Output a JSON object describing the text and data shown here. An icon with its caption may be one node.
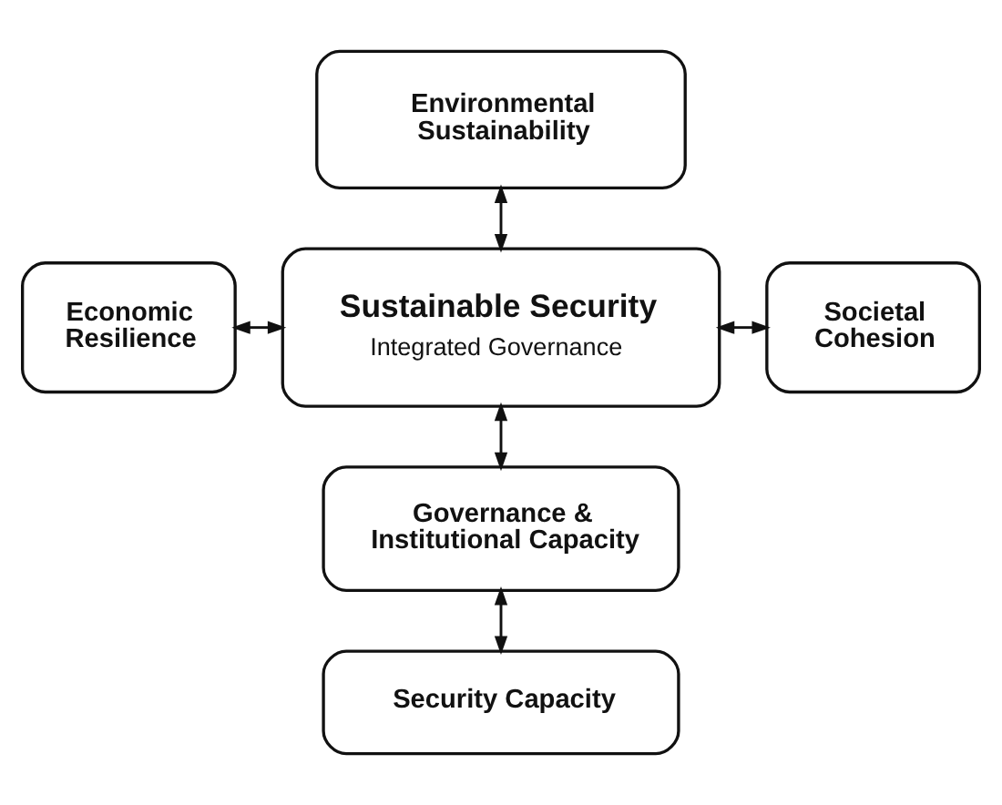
{
  "diagram": {
    "nodes": [
      {
        "text": [
          "Environmental Sustainability"
        ]
      },
      {
        "text": [
          "Economic Resilience"
        ]
      },
      {
        "text": [
          "Sustainable Security",
          "Integrated Governance"
        ]
      },
      {
        "text": [
          "Societal Cohesion"
        ]
      },
      {
        "text": [
          "Governance & Institutional Capacity"
        ]
      },
      {
        "text": [
          "Security Capacity"
        ]
      }
    ],
    "edges": [
      {
        "from": 0,
        "to": 2,
        "arrow": "both"
      },
      {
        "from": 1,
        "to": 2,
        "arrow": "both"
      },
      {
        "from": 2,
        "to": 3,
        "arrow": "both"
      },
      {
        "from": 2,
        "to": 4,
        "arrow": "both"
      },
      {
        "from": 4,
        "to": 5,
        "arrow": "both"
      }
    ]
  }
}
